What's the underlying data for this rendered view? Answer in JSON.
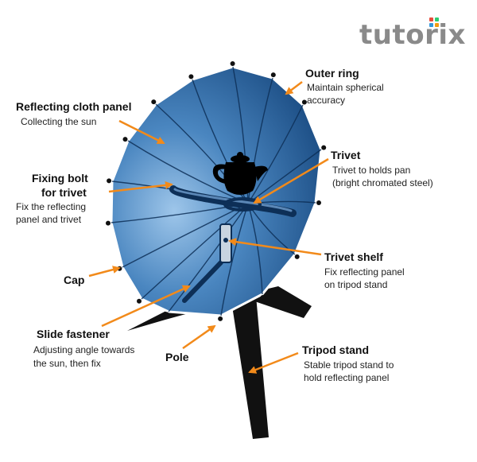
{
  "brand": {
    "logo_text": "tutorix",
    "colors": {
      "dot1": "#e74c3c",
      "dot2": "#2ecc71",
      "dot3": "#3498db",
      "dot4": "#f39c12"
    }
  },
  "colors": {
    "dish_center": "#9ec6ea",
    "dish_edge": "#1d4f86",
    "rib": "#0d2f57",
    "stand": "#111111",
    "arrow": "#f28a1a"
  },
  "labels": {
    "outer_ring": {
      "title": "Outer ring",
      "desc1": "Maintain spherical",
      "desc2": "accuracy"
    },
    "reflecting_cloth_panel": {
      "title": "Reflecting cloth panel",
      "desc1": "Collecting the sun"
    },
    "trivet": {
      "title": "Trivet",
      "desc1": "Trivet to holds pan",
      "desc2": "(bright chromated steel)"
    },
    "fixing_bolt": {
      "title1": "Fixing bolt",
      "title2": "for trivet",
      "desc1": "Fix the reflecting",
      "desc2": "panel and trivet"
    },
    "trivet_shelf": {
      "title": "Trivet shelf",
      "desc1": "Fix reflecting panel",
      "desc2": "on tripod stand"
    },
    "cap": {
      "title": "Cap"
    },
    "slide_fastener": {
      "title": "Slide fastener",
      "desc1": "Adjusting angle towards",
      "desc2": "the sun, then fix"
    },
    "pole": {
      "title": "Pole"
    },
    "tripod_stand": {
      "title": "Tripod stand",
      "desc1": "Stable tripod stand to",
      "desc2": "hold reflecting panel"
    }
  }
}
